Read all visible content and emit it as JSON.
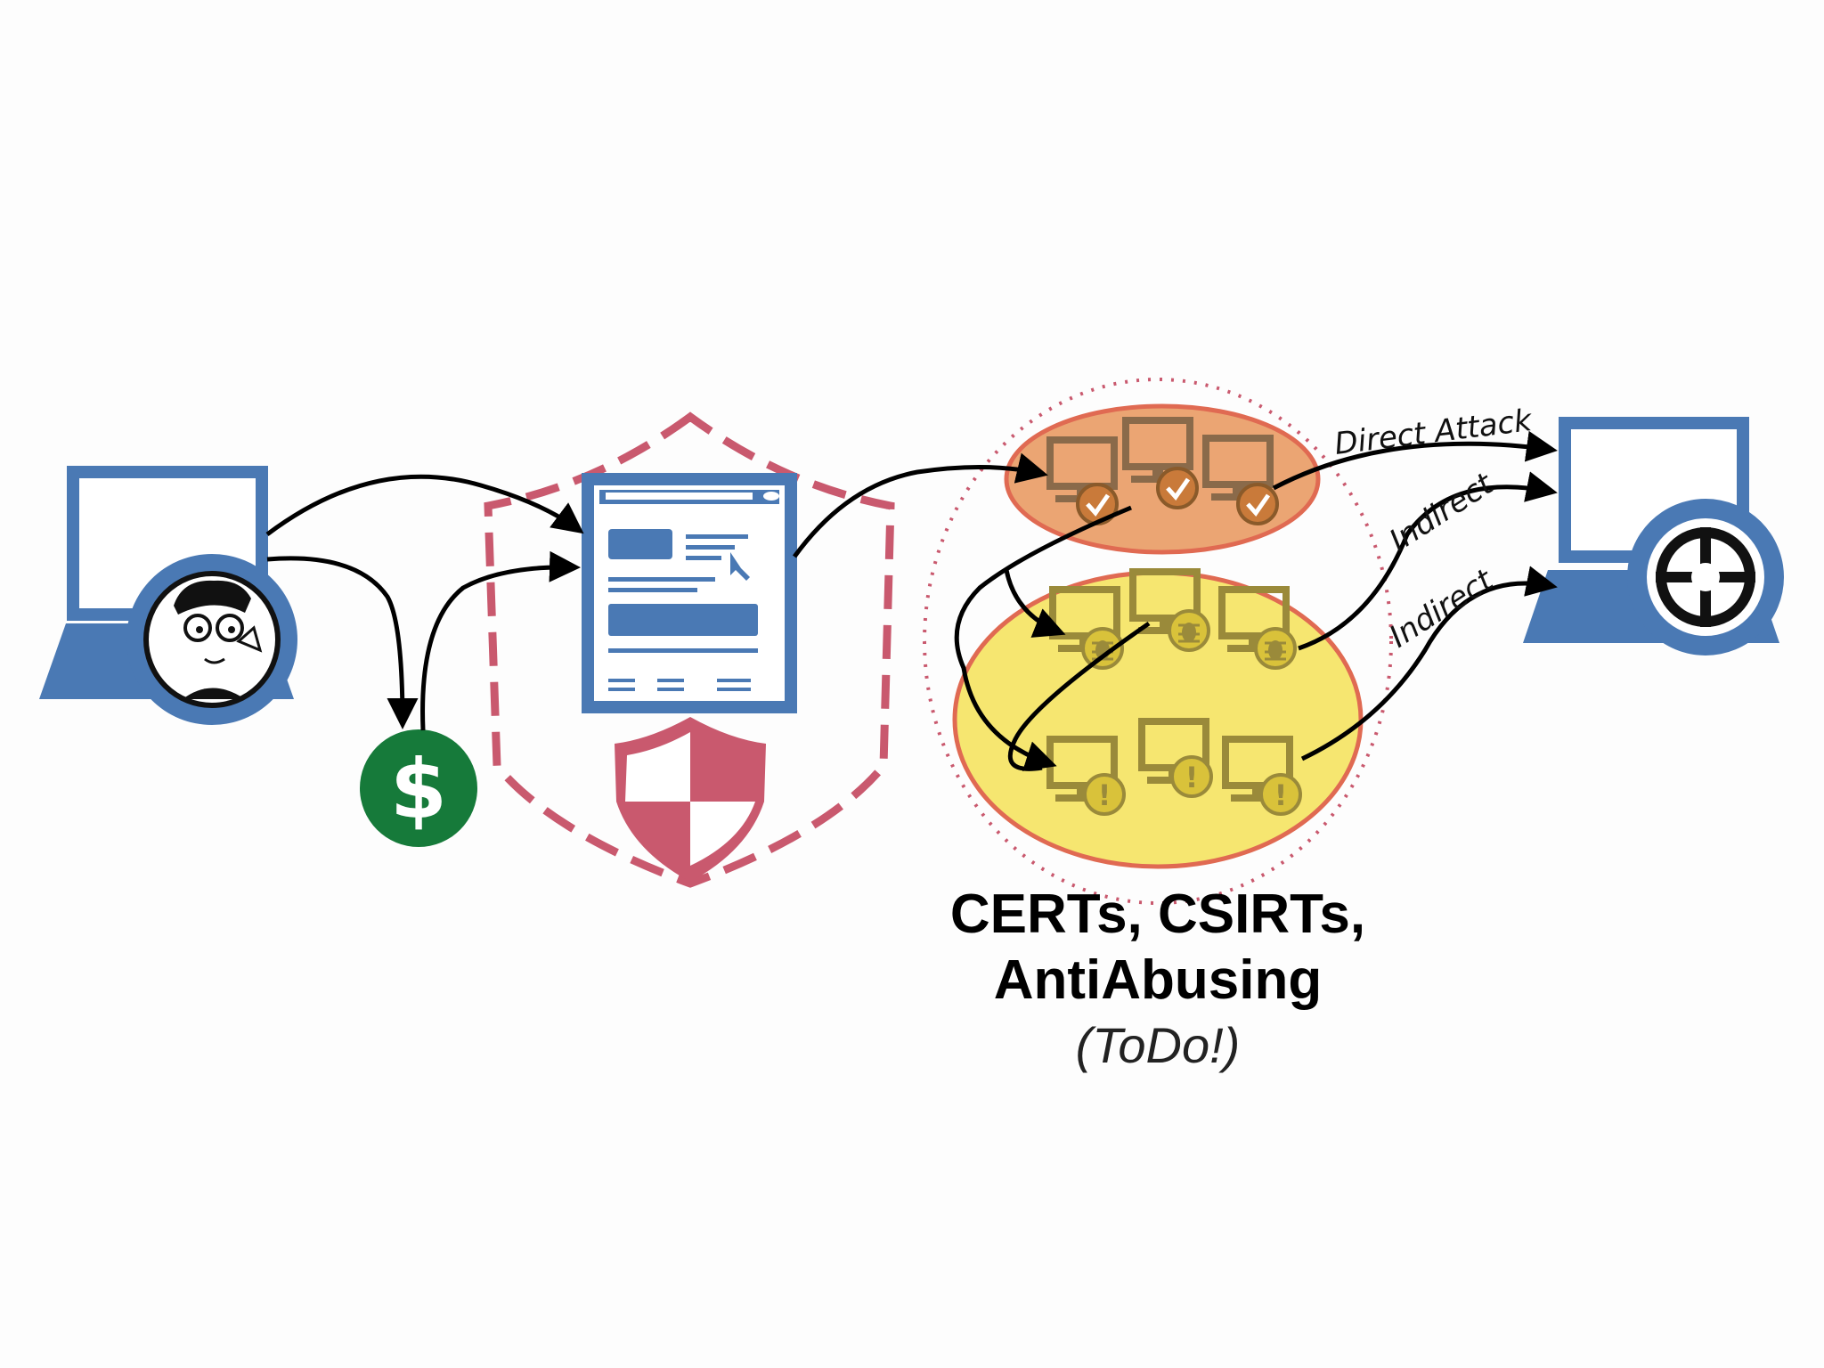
{
  "diagram": {
    "edge_labels": {
      "direct": "Direct Attack",
      "indirect_1": "Indirect",
      "indirect_2": "Indirect"
    },
    "caption": {
      "line1": "CERTs, CSIRTs,",
      "line2": "AntiAbusing",
      "note": "(ToDo!)"
    },
    "nodes": [
      {
        "id": "attacker-laptop",
        "icon": "laptop-with-user-avatar-icon"
      },
      {
        "id": "payment",
        "icon": "dollar-coin-icon"
      },
      {
        "id": "protected-website",
        "icon": "webpage-in-shield-icon"
      },
      {
        "id": "compromised-hosts",
        "icon": "check-badge-computers-icon"
      },
      {
        "id": "infected-hosts",
        "icon": "bug-badge-computers-icon"
      },
      {
        "id": "warning-hosts",
        "icon": "warning-badge-computers-icon"
      },
      {
        "id": "target-laptop",
        "icon": "laptop-with-crosshair-icon"
      }
    ]
  },
  "colors": {
    "laptop_blue": "#4a79b4",
    "shield_red": "#c9596e",
    "money_green": "#167a3a",
    "orange_zone": "#e8955a",
    "yellow_zone": "#f5e25c",
    "zone_border": "#e06a52"
  }
}
